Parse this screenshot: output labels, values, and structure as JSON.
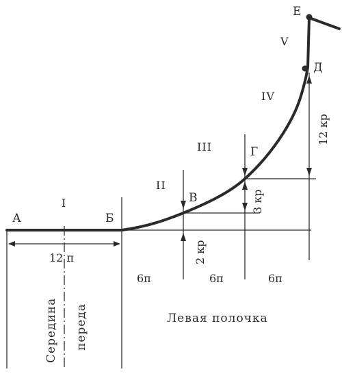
{
  "points": {
    "A": "А",
    "B": "Б",
    "V": "В",
    "G": "Г",
    "D": "Д",
    "E": "Е"
  },
  "sections": [
    "I",
    "II",
    "III",
    "IV",
    "V"
  ],
  "measurements": {
    "front_width": "12 п",
    "seg1": "6п",
    "seg2": "6п",
    "seg3": "6п",
    "rise_v": "2 кр",
    "rise_g": "3 кр",
    "rise_d": "12 кр"
  },
  "labels": {
    "center_line_1": "Середина",
    "center_line_2": "переда",
    "caption": "Левая полочка"
  }
}
